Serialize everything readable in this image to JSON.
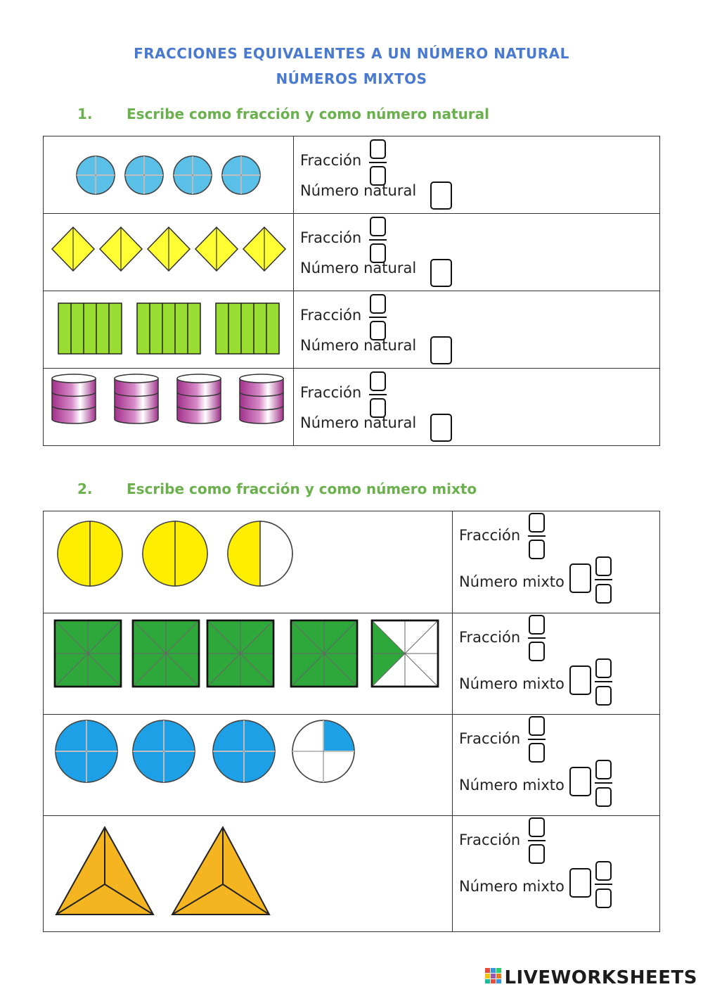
{
  "title": {
    "line1": "FRACCIONES EQUIVALENTES A UN NÚMERO NATURAL",
    "line2": "NÚMEROS MIXTOS"
  },
  "section1": {
    "number": "1.",
    "instruction": "Escribe como fracción y como número natural",
    "rows": [
      {
        "shape": "circle-quarters",
        "count": 4,
        "color": "#5bc0e8",
        "fraction_label": "Fracción",
        "natural_label": "Número natural"
      },
      {
        "shape": "diamond-halves",
        "count": 5,
        "color": "#ffff33",
        "fraction_label": "Fracción",
        "natural_label": "Número natural"
      },
      {
        "shape": "rect-fifths",
        "count": 3,
        "color": "#99dd33",
        "fraction_label": "Fracción",
        "natural_label": "Número natural"
      },
      {
        "shape": "cylinder-thirds",
        "count": 4,
        "color": "#a0308a",
        "fraction_label": "Fracción",
        "natural_label": "Número natural"
      }
    ]
  },
  "section2": {
    "number": "2.",
    "instruction": "Escribe como fracción y como número mixto",
    "rows": [
      {
        "shape": "circle-halves",
        "wholes": 2,
        "partial_filled": 1,
        "parts": 2,
        "color": "#ffee00",
        "fraction_label": "Fracción",
        "mixed_label": "Número mixto"
      },
      {
        "shape": "square-eighths",
        "wholes": 4,
        "partial_filled": 2,
        "parts": 8,
        "color": "#2ea83a",
        "fraction_label": "Fracción",
        "mixed_label": "Número mixto"
      },
      {
        "shape": "circle-quarters",
        "wholes": 3,
        "partial_filled": 1,
        "parts": 4,
        "color": "#1ea0e6",
        "fraction_label": "Fracción",
        "mixed_label": "Número mixto"
      },
      {
        "shape": "triangle-thirds",
        "wholes": 2,
        "partial_filled": 0,
        "parts": 3,
        "color": "#f5b520",
        "fraction_label": "Fracción",
        "mixed_label": "Número mixto"
      }
    ]
  },
  "branding": {
    "logo_text": "LIVEWORKSHEETS",
    "logo_icon": "liveworksheets-logo-icon"
  }
}
